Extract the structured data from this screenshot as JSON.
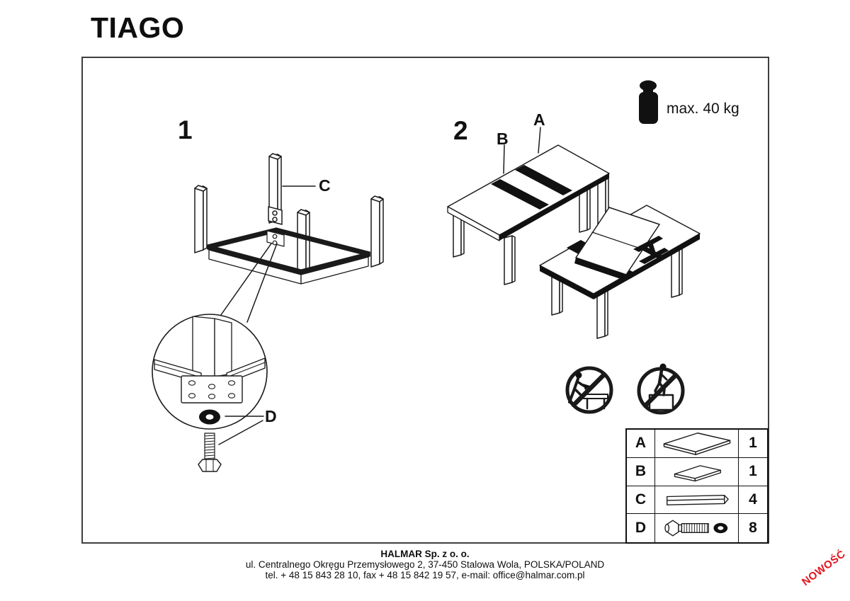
{
  "title": "TIAGO",
  "weight_limit": {
    "icon": "weight-icon",
    "label": "max. 40 kg"
  },
  "steps": [
    {
      "number": "1"
    },
    {
      "number": "2"
    }
  ],
  "callout_labels": {
    "tabletop": "A",
    "leaf": "B",
    "leg": "C",
    "hardware": "D"
  },
  "safety_icons": [
    {
      "name": "no-climbing-on-table-icon"
    },
    {
      "name": "no-standing-on-table-icon"
    }
  ],
  "parts_table": {
    "rows": [
      {
        "label": "A",
        "icon": "tabletop-panel-icon",
        "qty": "1"
      },
      {
        "label": "B",
        "icon": "extension-leaf-icon",
        "qty": "1"
      },
      {
        "label": "C",
        "icon": "table-leg-icon",
        "qty": "4"
      },
      {
        "label": "D",
        "icon": "bolt-and-washer-icon",
        "qty": "8"
      }
    ]
  },
  "footer": {
    "company": "HALMAR Sp. z o. o.",
    "address": "ul. Centralnego Okręgu Przemysłowego 2, 37-450 Stalowa Wola, POLSKA/POLAND",
    "contact": "tel. + 48 15 843 28 10, fax + 48 15 842 19 57, e-mail: office@halmar.com.pl"
  },
  "badge": {
    "text": "NOWOŚĆ",
    "color": "#e3151d"
  }
}
